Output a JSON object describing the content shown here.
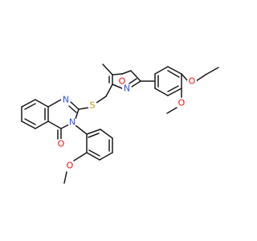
{
  "diagram": {
    "type": "chemical-structure",
    "colors": {
      "bond": "#1a1a1a",
      "carbon": "#1a1a1a",
      "oxygen": "#ff0d0d",
      "nitrogen": "#3050f8",
      "sulfur": "#b8a000",
      "background": "#ffffff"
    },
    "atom_labels": [
      {
        "id": "o-ether-ethoxy",
        "text": "O",
        "element": "O"
      },
      {
        "id": "o-ether-methoxy-top",
        "text": "O",
        "element": "O"
      },
      {
        "id": "o-oxazole",
        "text": "O",
        "element": "O"
      },
      {
        "id": "n-oxazole",
        "text": "N",
        "element": "N"
      },
      {
        "id": "s-thioether",
        "text": "S",
        "element": "S"
      },
      {
        "id": "n-quinazoline-1",
        "text": "N",
        "element": "N"
      },
      {
        "id": "n-quinazoline-3",
        "text": "N",
        "element": "N"
      },
      {
        "id": "o-carbonyl",
        "text": "O",
        "element": "O"
      },
      {
        "id": "o-ether-methoxy-bottom",
        "text": "O",
        "element": "O"
      }
    ]
  }
}
